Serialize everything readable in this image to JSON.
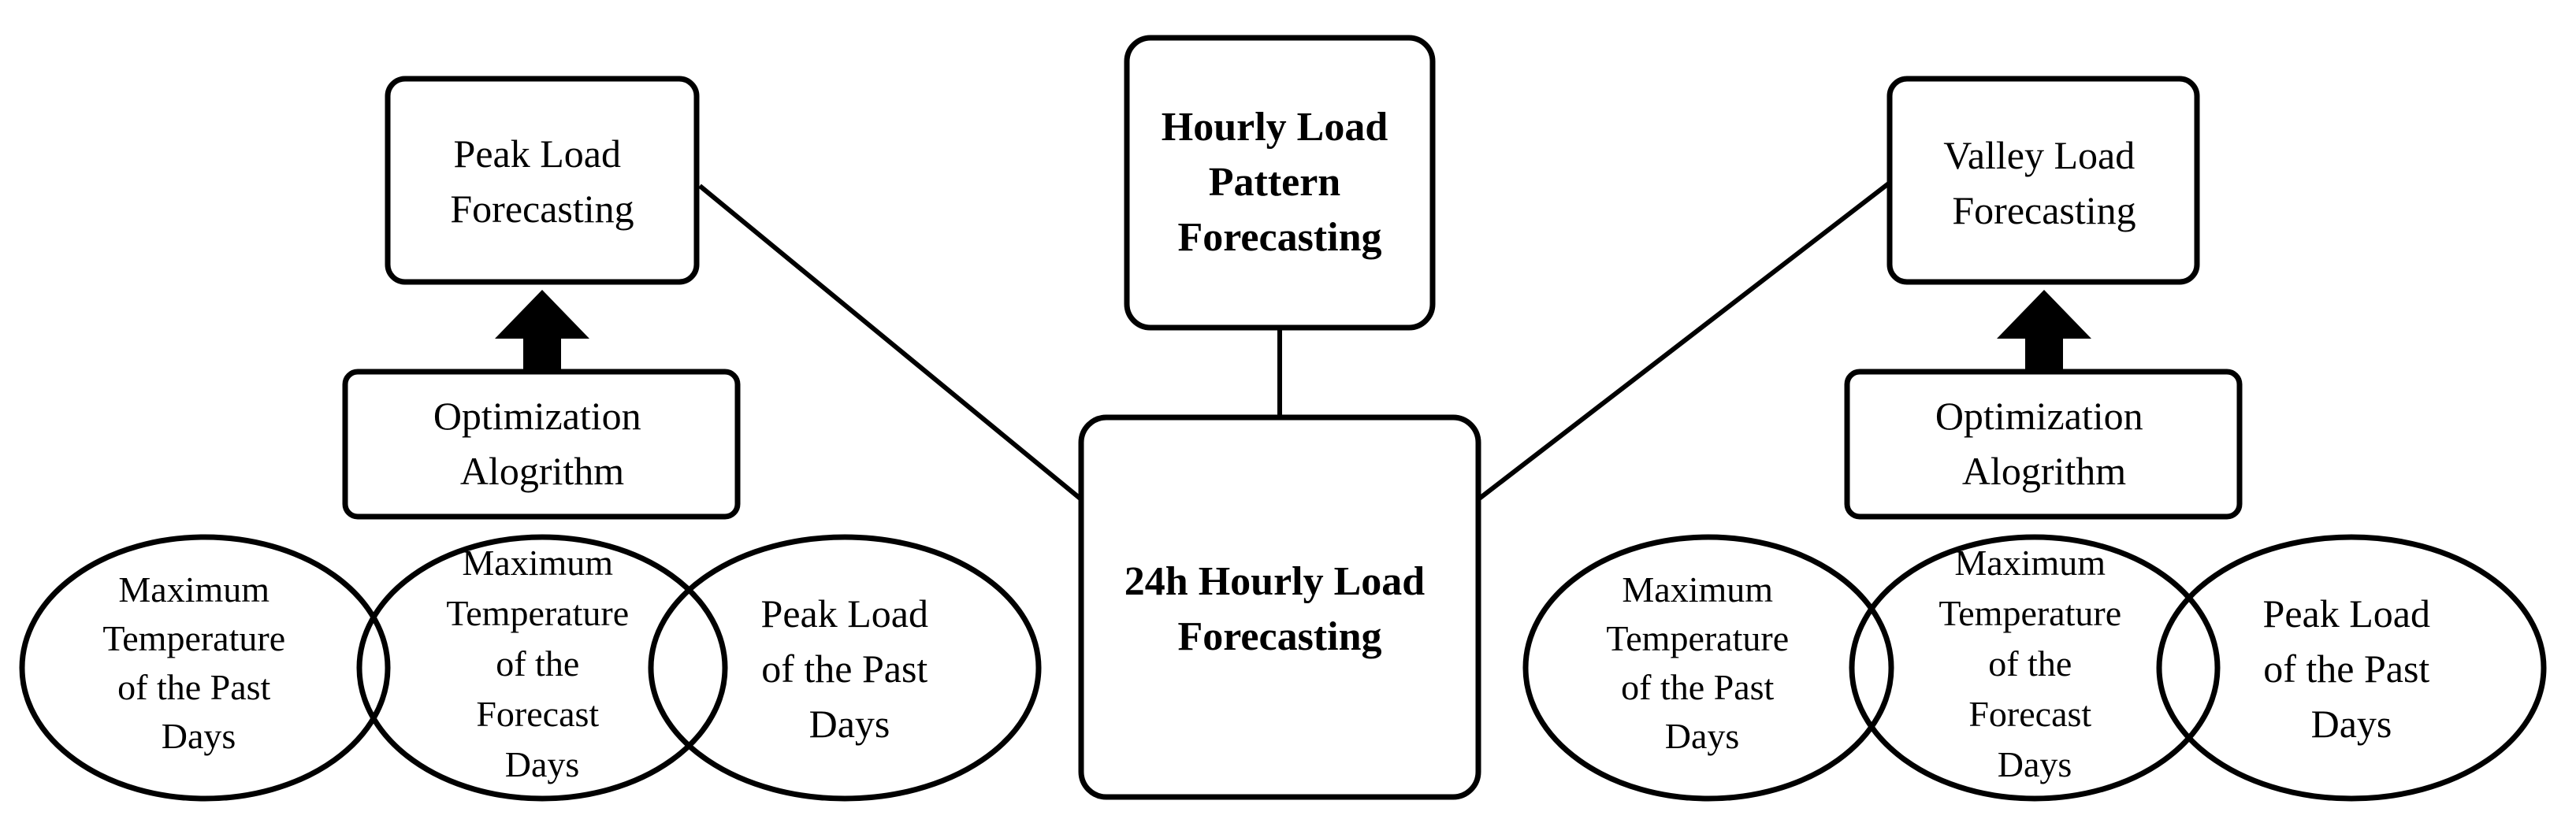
{
  "diagram": {
    "center": {
      "hourly_pattern": [
        "Hourly Load",
        "Pattern",
        "Forecasting"
      ],
      "hourly_24h": [
        "24h Hourly Load",
        "Forecasting"
      ]
    },
    "left": {
      "top": [
        "Peak Load",
        "Forecasting"
      ],
      "optimizer": [
        "Optimization",
        "Alogrithm"
      ],
      "inputs": {
        "a": [
          "Maximum",
          "Temperature",
          "of the Past",
          "Days"
        ],
        "b": [
          "Maximum",
          "Temperature",
          "of the",
          "Forecast",
          "Days"
        ],
        "c": [
          "Peak Load",
          "of the Past",
          "Days"
        ]
      }
    },
    "right": {
      "top": [
        "Valley Load",
        "Forecasting"
      ],
      "optimizer": [
        "Optimization",
        "Alogrithm"
      ],
      "inputs": {
        "a": [
          "Maximum",
          "Temperature",
          "of the Past",
          "Days"
        ],
        "b": [
          "Maximum",
          "Temperature",
          "of the",
          "Forecast",
          "Days"
        ],
        "c": [
          "Peak Load",
          "of the Past",
          "Days"
        ]
      }
    }
  }
}
